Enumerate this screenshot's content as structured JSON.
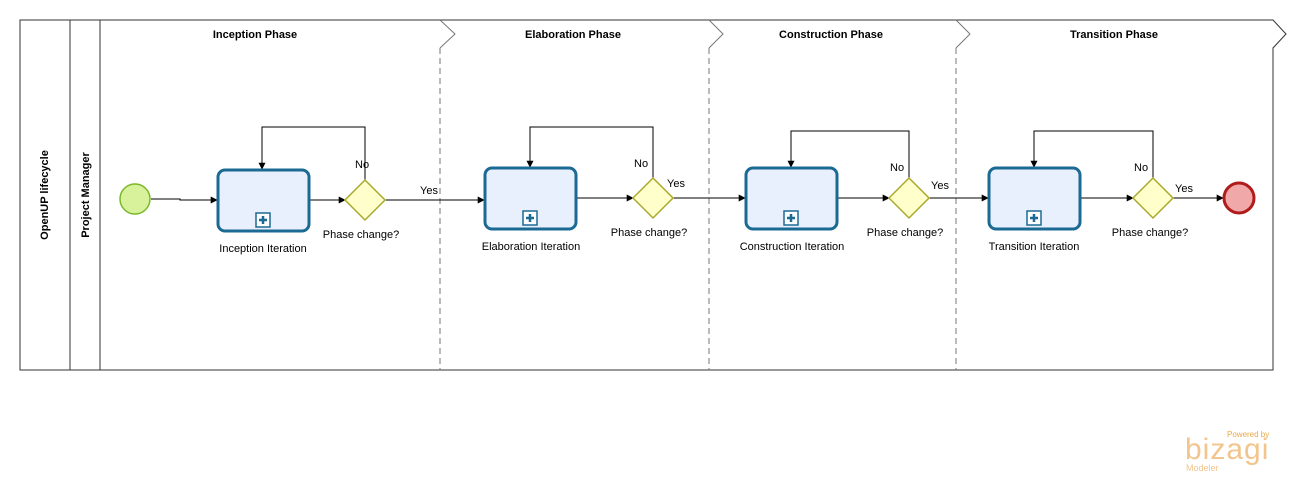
{
  "pool": {
    "label": "OpenUP lifecycle"
  },
  "lane": {
    "label": "Project Manager"
  },
  "phases": [
    {
      "label": "Inception Phase"
    },
    {
      "label": "Elaboration Phase"
    },
    {
      "label": "Construction Phase"
    },
    {
      "label": "Transition Phase"
    }
  ],
  "tasks": [
    {
      "label": "Inception Iteration"
    },
    {
      "label": "Elaboration Iteration"
    },
    {
      "label": "Construction Iteration"
    },
    {
      "label": "Transition Iteration"
    }
  ],
  "gateways": [
    {
      "label": "Phase change?"
    },
    {
      "label": "Phase change?"
    },
    {
      "label": "Phase change?"
    },
    {
      "label": "Phase change?"
    }
  ],
  "flows": {
    "yes": "Yes",
    "no": "No"
  },
  "logo": {
    "powered_by": "Powered by",
    "name": "bizagi",
    "product": "Modeler"
  },
  "colors": {
    "start_fill": "#d7f29a",
    "start_stroke": "#7ab829",
    "end_fill": "#f0a8a8",
    "end_stroke": "#b01c1c",
    "task_fill": "#e8effd",
    "task_stroke": "#1b6a94",
    "gateway_fill": "#ffffcc",
    "gateway_stroke": "#a8a82a"
  }
}
